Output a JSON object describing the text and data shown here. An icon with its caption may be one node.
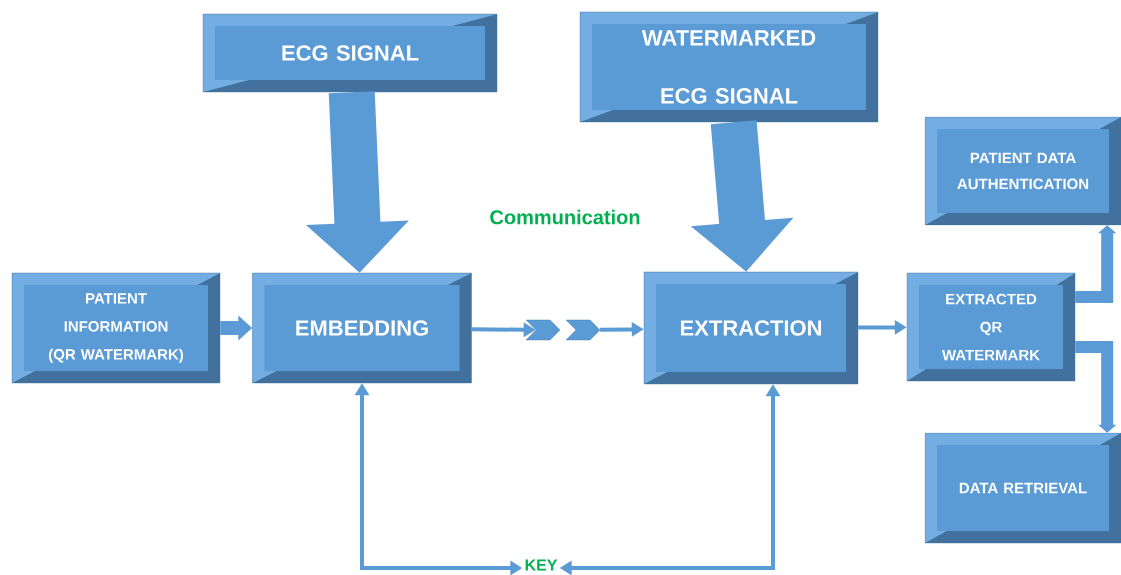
{
  "diagram": {
    "nodes": [
      {
        "text": [
          "ECG SIGNAL"
        ]
      },
      {
        "text": [
          "WATERMARKED ECG SIGNAL"
        ]
      },
      {
        "text": [
          "PATIENT DATA AUTHENTICATION"
        ]
      },
      {
        "text": [
          "PATIENT INFORMATION (QR WATERMARK)"
        ]
      },
      {
        "text": [
          "EMBEDDING"
        ]
      },
      {
        "text": [],
        "shape": "chevron"
      },
      {
        "text": [],
        "shape": "chevron"
      },
      {
        "text": [
          "EXTRACTION"
        ]
      },
      {
        "text": [
          "EXTRACTED QR WATERMARK"
        ]
      },
      {
        "text": [
          "DATA RETRIEVAL"
        ]
      },
      {
        "text": [
          "KEY"
        ]
      }
    ],
    "edges": [
      {
        "from": 0,
        "to": 4,
        "arrow": "to",
        "style": "thick"
      },
      {
        "from": 1,
        "to": 7,
        "arrow": "to",
        "style": "thick"
      },
      {
        "from": 3,
        "to": 4,
        "arrow": "to",
        "style": "thick"
      },
      {
        "from": 4,
        "to": 5,
        "arrow": "to"
      },
      {
        "from": 6,
        "to": 7,
        "arrow": "to"
      },
      {
        "from": 7,
        "to": 8,
        "arrow": "to"
      },
      {
        "from": 8,
        "to": 2,
        "arrow": "to",
        "style": "thick"
      },
      {
        "from": 8,
        "to": 9,
        "arrow": "to",
        "style": "thick"
      },
      {
        "from": 10,
        "to": 4,
        "arrow": "both"
      },
      {
        "from": 10,
        "to": 7,
        "arrow": "both"
      }
    ],
    "labels": [
      "Communication"
    ]
  }
}
